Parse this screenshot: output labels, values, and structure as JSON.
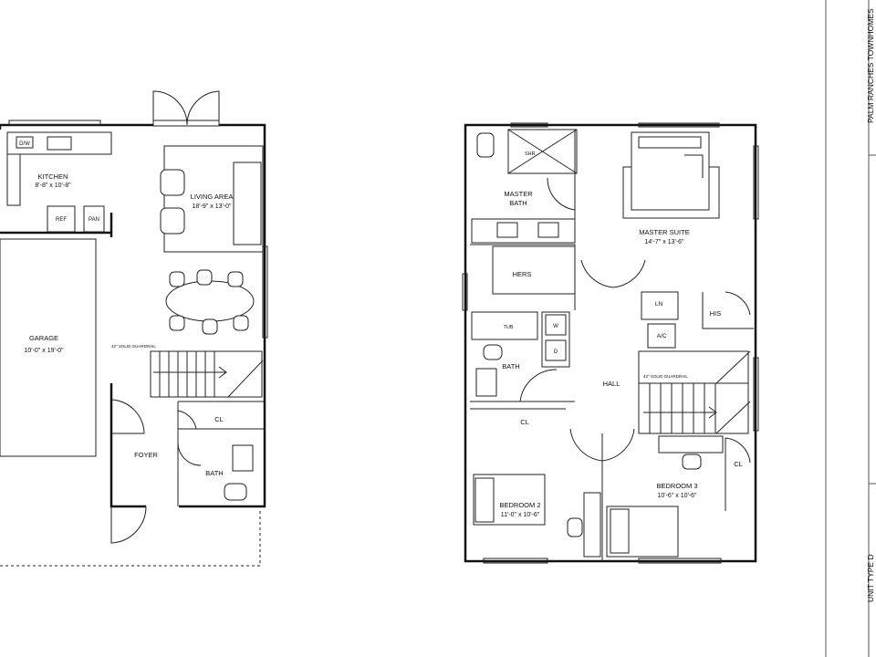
{
  "title_block": {
    "project": "PALM RANCHES TOWNHOMES",
    "unit": "UNIT TYPE D"
  },
  "first_floor": {
    "kitchen": {
      "name": "KITCHEN",
      "dims": "8'-8\" x 10'-8\""
    },
    "dw": "D/W",
    "ref": "REF",
    "pan": "PAN",
    "living": {
      "name": "LIVING AREA",
      "dims": "18'-9\" x 13'-0\""
    },
    "garage": {
      "name": "GARAGE",
      "dims": "10'-0\" x 19'-0\""
    },
    "guardrail": "42\" SOLID GUARDRAIL",
    "cl": "CL",
    "foyer": "FOYER",
    "bath": "BATH"
  },
  "second_floor": {
    "shr": "SHR",
    "master_bath": {
      "line1": "MASTER",
      "line2": "BATH"
    },
    "master_suite": {
      "name": "MASTER SUITE",
      "dims": "14'-7\" x 13'-6\""
    },
    "hers": "HERS",
    "his": "HIS",
    "ln": "LN",
    "ac": "A/C",
    "tub": "TUB",
    "w": "W",
    "d": "D",
    "bath": "BATH",
    "hall": "HALL",
    "guardrail": "42\" SOLID GUARDRAIL",
    "cl_bed2": "CL",
    "cl_bed3": "CL",
    "bedroom2": {
      "name": "BEDROOM 2",
      "dims": "11'-0\" x 10'-6\""
    },
    "bedroom3": {
      "name": "BEDROOM 3",
      "dims": "10'-6\" x 10'-6\""
    }
  }
}
